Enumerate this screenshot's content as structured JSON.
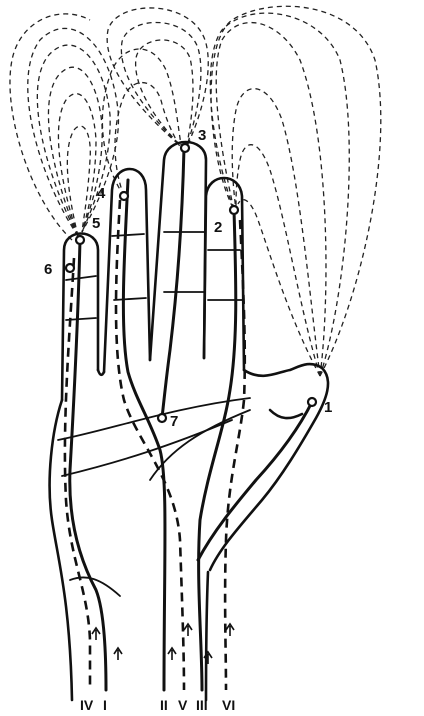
{
  "point_labels": [
    "1",
    "2",
    "3",
    "4",
    "5",
    "6",
    "7"
  ],
  "meridian_labels": [
    "IV",
    "I",
    "II",
    "V",
    "III",
    "VI"
  ]
}
